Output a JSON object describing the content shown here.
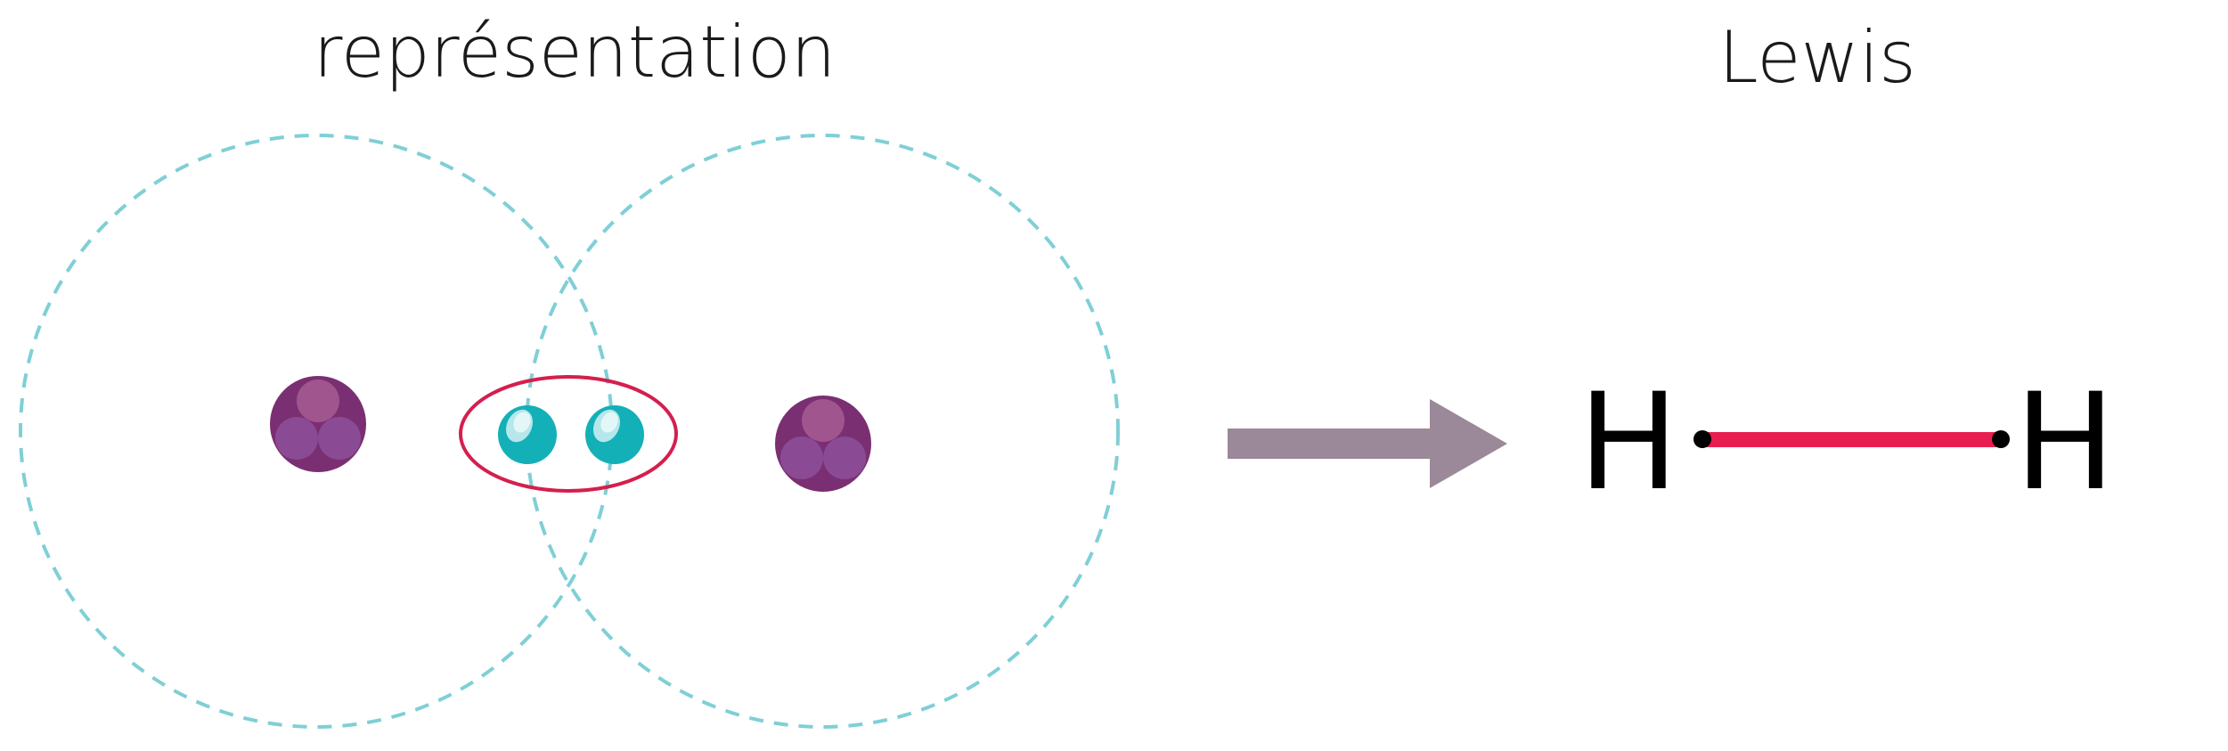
{
  "left_panel": {
    "title": "représentation"
  },
  "right_panel": {
    "title": "Lewis",
    "left_atom": "H",
    "right_atom": "H"
  },
  "colors": {
    "orbital_outline": "#7fcfd6",
    "nucleus_fill": "#7a2f72",
    "proton_fill": "#94508e",
    "electron_fill": "#14b0b8",
    "pair_outline": "#d41f4e",
    "arrow_fill": "#9b8898",
    "bond_fill": "#e91e50"
  },
  "icons": {
    "nucleus": "nucleus-icon",
    "electron": "electron-icon",
    "arrow": "arrow-right-icon"
  }
}
